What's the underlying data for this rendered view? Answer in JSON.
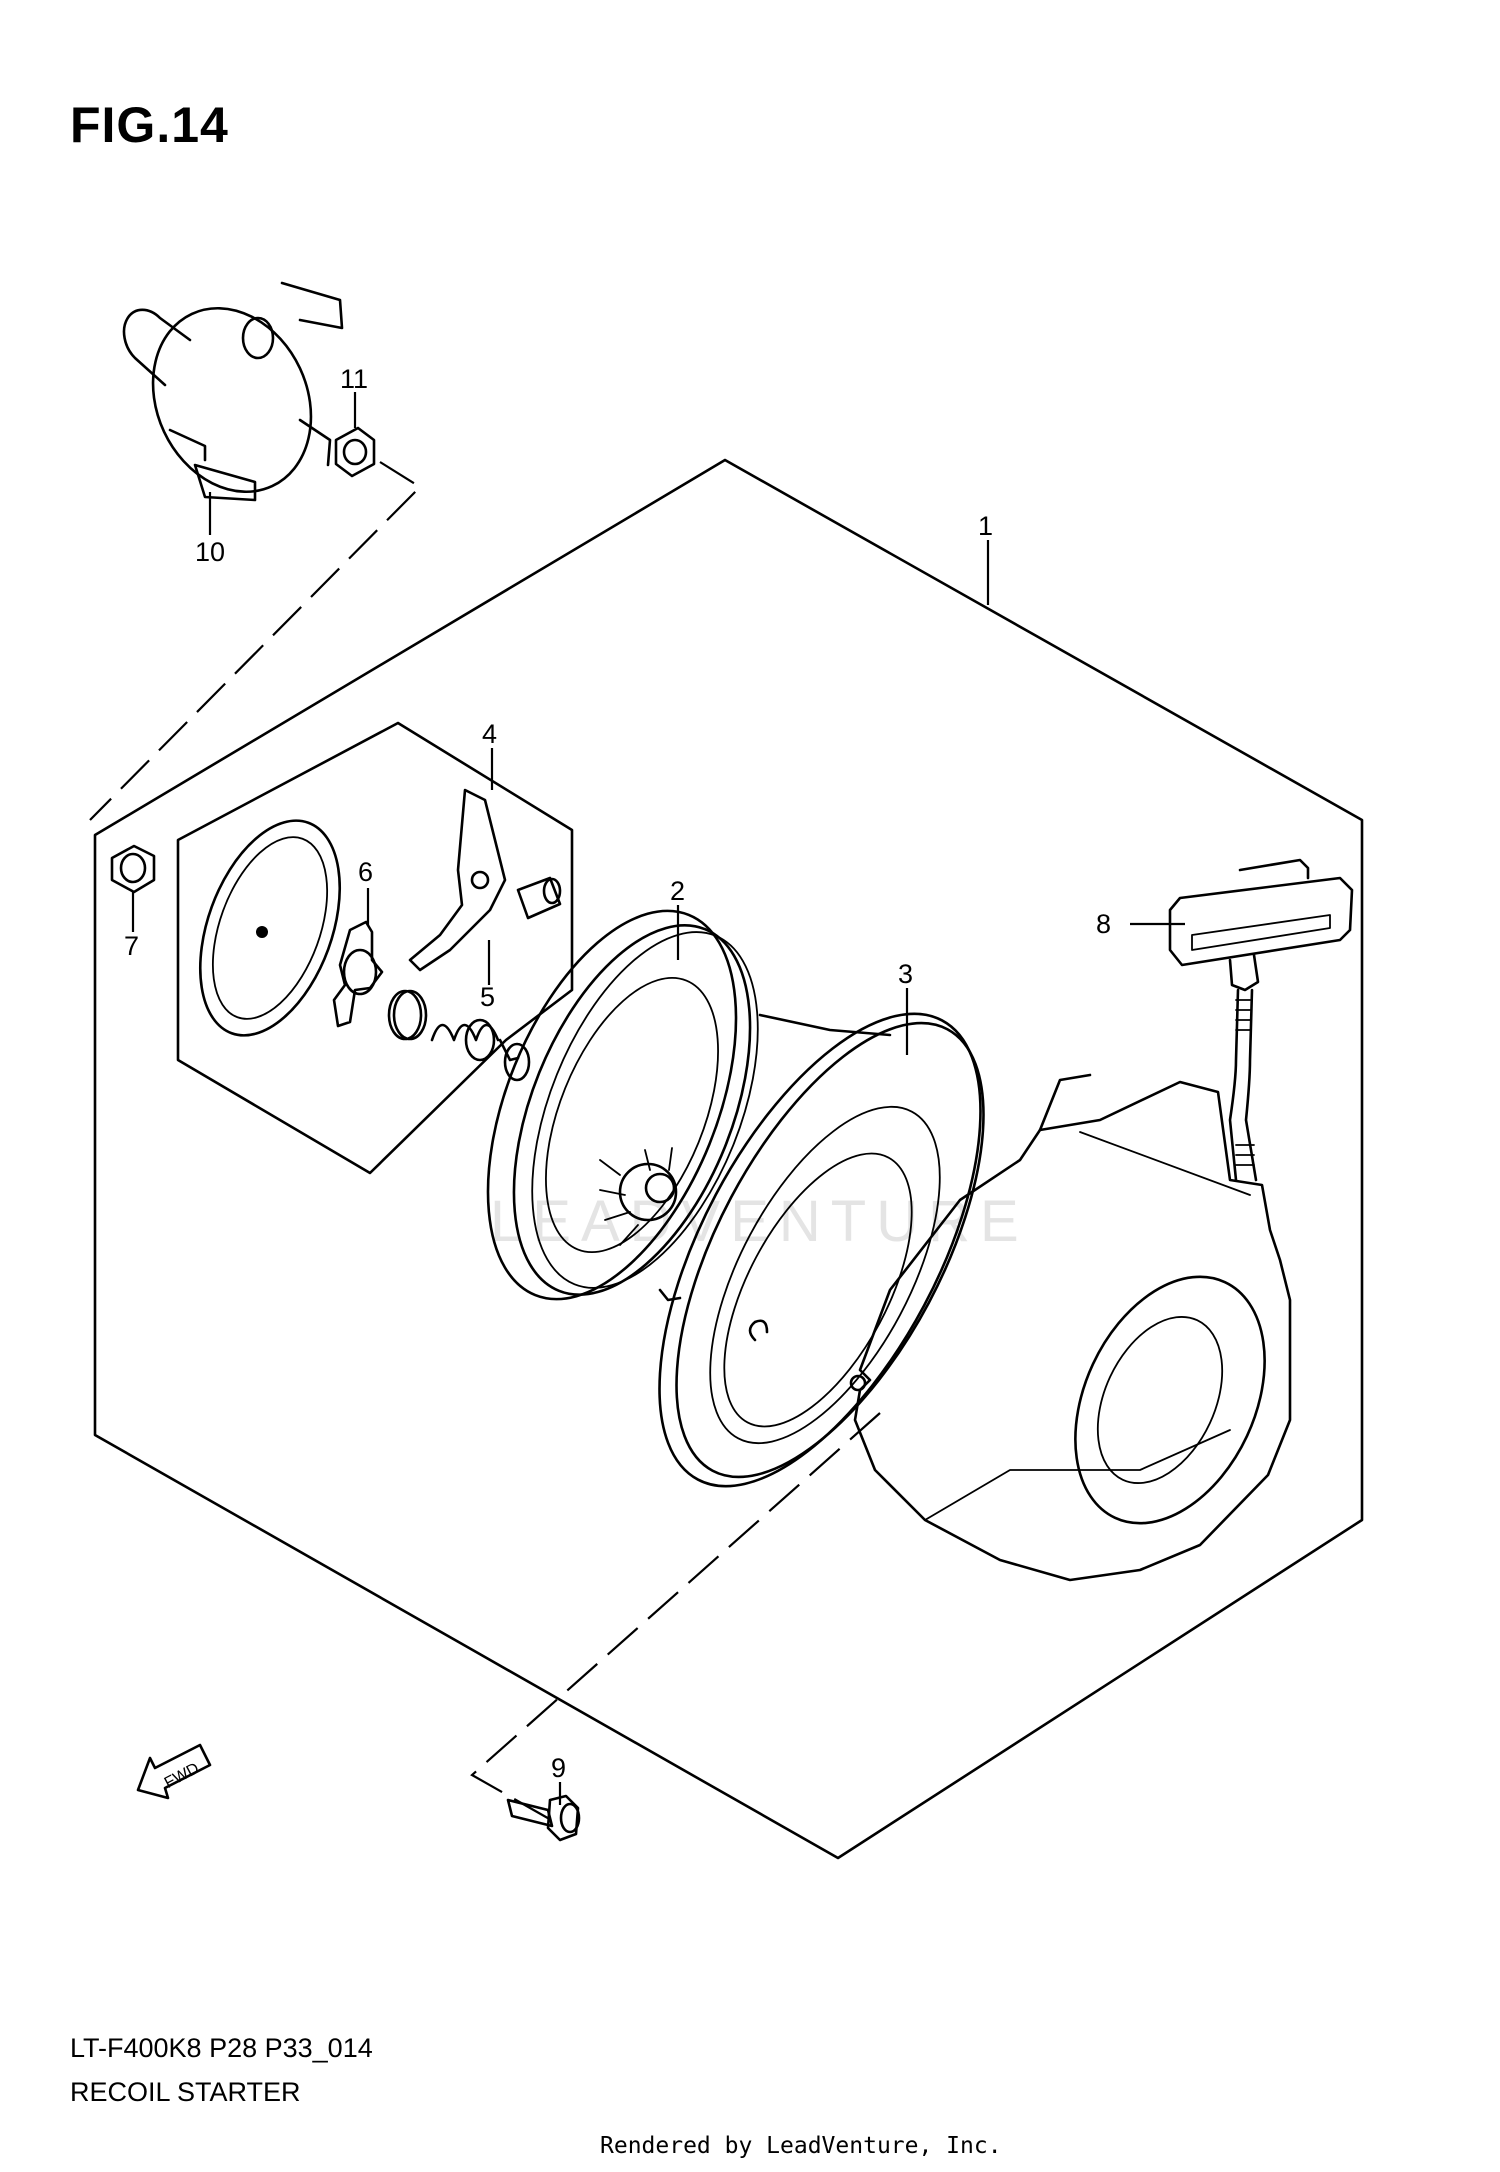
{
  "figure_title": "FIG.14",
  "model_code": "LT-F400K8 P28 P33_014",
  "diagram_name": "RECOIL STARTER",
  "render_credit": "Rendered by LeadVenture, Inc.",
  "watermark": "LEADVENTURE",
  "fwd_label": "FWD",
  "callouts": {
    "c1": "1",
    "c2": "2",
    "c3": "3",
    "c4": "4",
    "c5": "5",
    "c6": "6",
    "c7": "7",
    "c8": "8",
    "c9": "9",
    "c10": "10",
    "c11": "11"
  }
}
